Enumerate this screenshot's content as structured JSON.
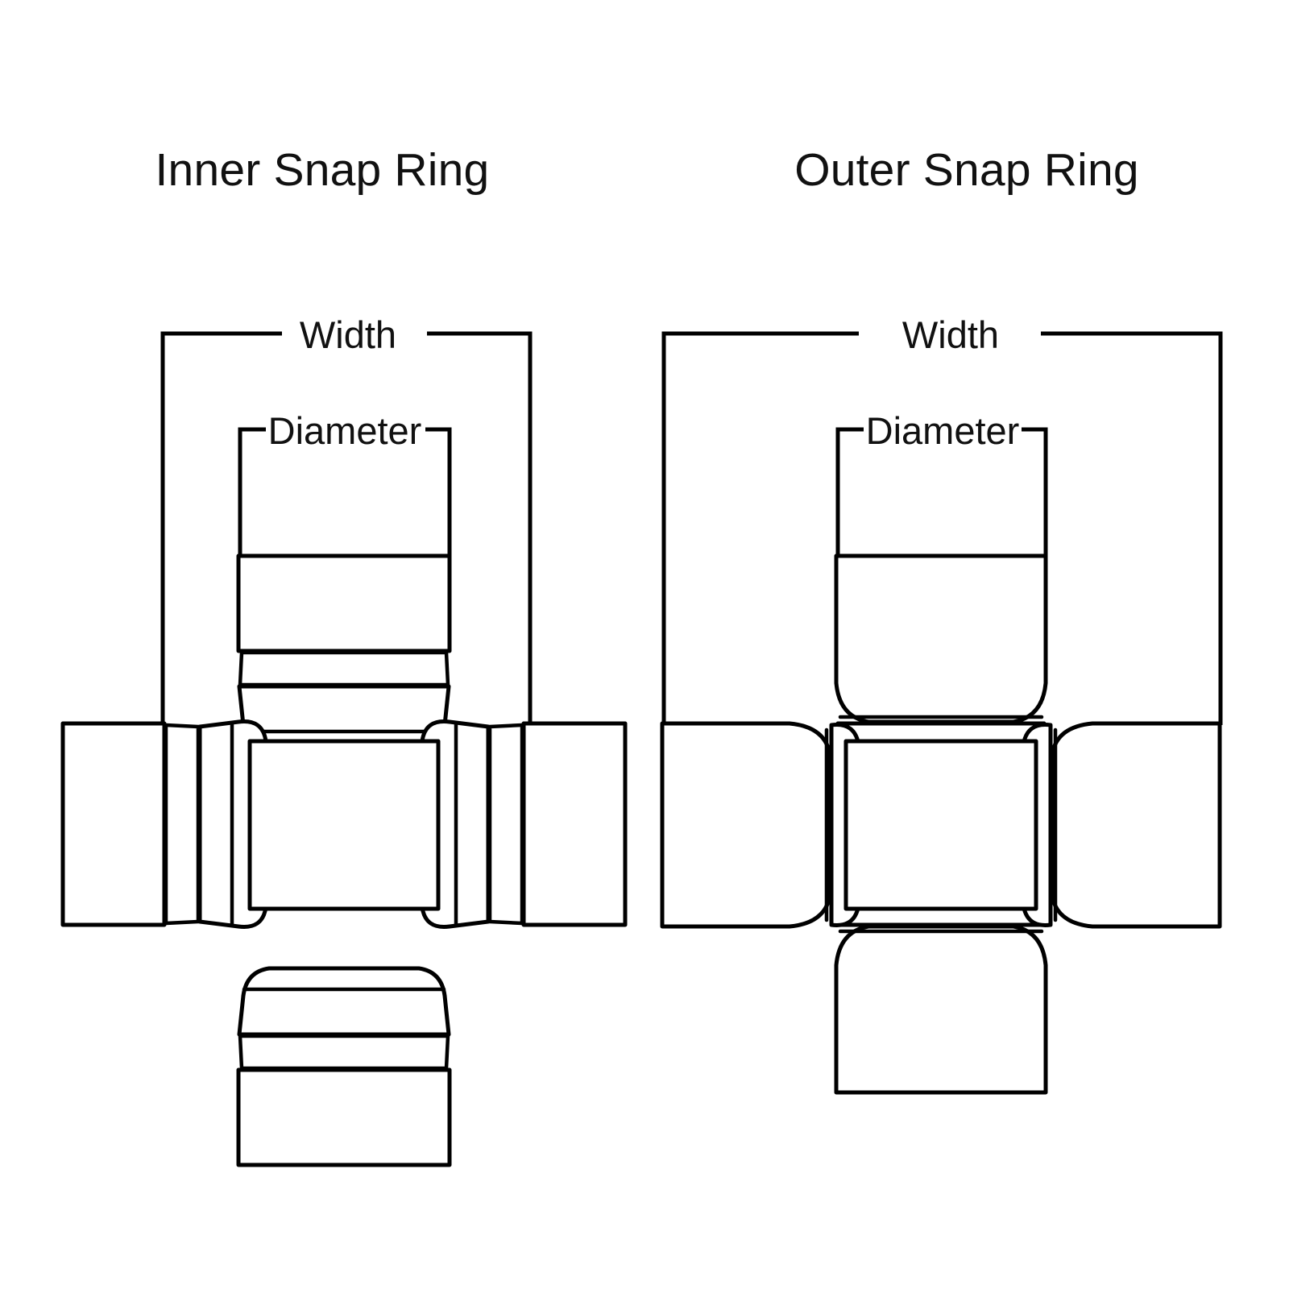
{
  "page": {
    "background_color": "#ffffff",
    "line_color": "#000000",
    "text_color": "#111111"
  },
  "panels": [
    {
      "id": "inner-snap-ring",
      "title": "Inner Snap Ring",
      "dimensions": {
        "width_label": "Width",
        "diameter_label": "Diameter"
      }
    },
    {
      "id": "outer-snap-ring",
      "title": "Outer Snap Ring",
      "dimensions": {
        "width_label": "Width",
        "diameter_label": "Diameter"
      }
    }
  ],
  "diagram": {
    "type": "technical-line-drawing",
    "subject": "universal joint cross (u-joint) with bearing caps",
    "view": "front elevation",
    "parts_inner": [
      "top-bearing-cap",
      "top-snap-ring-band",
      "top-flared-neck",
      "center-cross-hub",
      "left-bearing-cap",
      "left-snap-ring-band",
      "left-flared-neck",
      "right-bearing-cap",
      "right-snap-ring-band",
      "right-flared-neck",
      "bottom-bearing-cap",
      "bottom-snap-ring-band",
      "bottom-flared-neck"
    ],
    "parts_outer": [
      "top-bearing-cap",
      "top-snap-ring-band",
      "center-cross-hub",
      "left-bearing-cap",
      "left-snap-ring-band",
      "right-bearing-cap",
      "right-snap-ring-band",
      "bottom-bearing-cap",
      "bottom-snap-ring-band"
    ]
  }
}
